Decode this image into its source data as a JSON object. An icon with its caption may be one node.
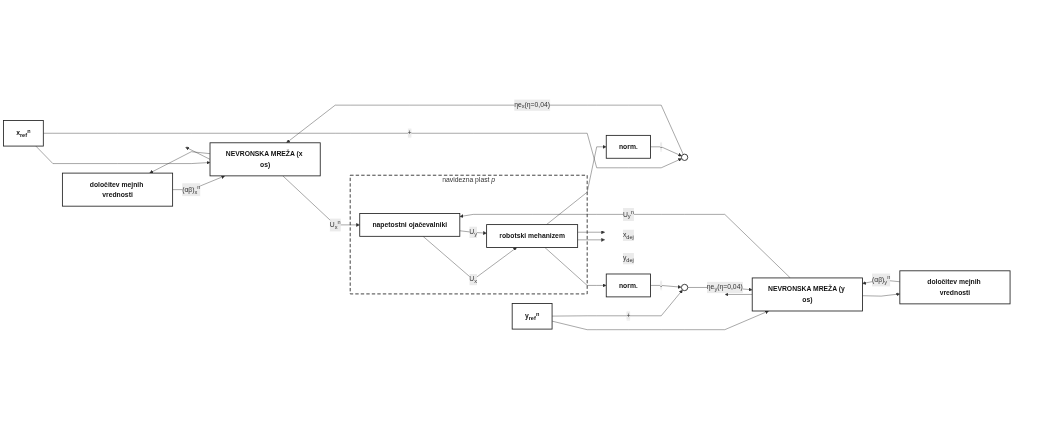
{
  "diagram": {
    "nodes": [
      {
        "text": [
          "določitev mejnih vrednosti"
        ]
      },
      {
        "text": [
          "x$_{ref}$$^{n}$"
        ]
      },
      {
        "text": [
          "NEVRONSKA MREŽA (x os)"
        ]
      },
      {
        "text": [
          "y$_{ref}$$^{n}$"
        ]
      },
      {
        "text": [
          "NEVRONSKA MREŽA (y os)"
        ]
      },
      {
        "text": [
          "določitev mejnih vrednosti"
        ]
      },
      {
        "text": [
          "navidezna plast *p*"
        ]
      },
      {
        "text": [
          "napetostni ojačevalniki"
        ],
        "in": 6
      },
      {
        "text": [
          "robotski mehanizem"
        ],
        "in": 6
      },
      {
        "text": [],
        "shape": "circle"
      },
      {
        "text": [
          "norm."
        ]
      },
      {
        "text": [
          "norm."
        ]
      },
      {
        "text": [],
        "shape": "circle"
      }
    ],
    "edges": [
      {
        "from": 0,
        "to": 2,
        "arrow": "to",
        "label": "(αβ)$_{x}$$^{n}$"
      },
      {
        "from": 1,
        "to": 2,
        "arrow": "to"
      },
      {
        "from": 1,
        "to": 9,
        "arrow": "to",
        "label": "+"
      },
      {
        "from": 2,
        "to": 0,
        "arrow": "to"
      },
      {
        "from": 2,
        "to": 7,
        "arrow": "to",
        "label": "U$_{x}$$^{n}$"
      },
      {
        "from": 9,
        "to": 2,
        "arrow": "to",
        "label": "ηe$_{x}$(η=0,04)"
      },
      {
        "from": 2,
        "to": null,
        "arrow": "to"
      },
      {
        "from": 4,
        "to": null,
        "arrow": "to"
      },
      {
        "from": 3,
        "to": 4,
        "arrow": "to"
      },
      {
        "from": 3,
        "to": 12,
        "arrow": "to",
        "label": "+"
      },
      {
        "from": 4,
        "to": 5,
        "arrow": "to"
      },
      {
        "from": 4,
        "to": 7,
        "arrow": "to",
        "label": "U$_{y}$$^{n}$"
      },
      {
        "from": 5,
        "to": 4,
        "arrow": "to",
        "label": "(αβ)$_{y}$$^{n}$"
      },
      {
        "from": 12,
        "to": 4,
        "arrow": "to",
        "label": "ηe$_{y}$(η=0,04)"
      },
      {
        "from": 7,
        "to": 8,
        "arrow": "to",
        "label": "U$_{x}$"
      },
      {
        "from": 7,
        "to": 8,
        "arrow": "to",
        "label": "U$_{y}$"
      },
      {
        "from": 8,
        "to": null,
        "arrow": "to",
        "label": "x$_{dej}$"
      },
      {
        "from": 8,
        "to": null,
        "arrow": "to",
        "label": "y$_{dej}$"
      },
      {
        "from": 8,
        "to": 10,
        "arrow": "to"
      },
      {
        "from": 10,
        "to": 9,
        "arrow": "to",
        "label": "-"
      },
      {
        "from": 8,
        "to": 11,
        "arrow": "to"
      },
      {
        "from": 11,
        "to": 12,
        "arrow": "to",
        "label": "-"
      }
    ]
  }
}
